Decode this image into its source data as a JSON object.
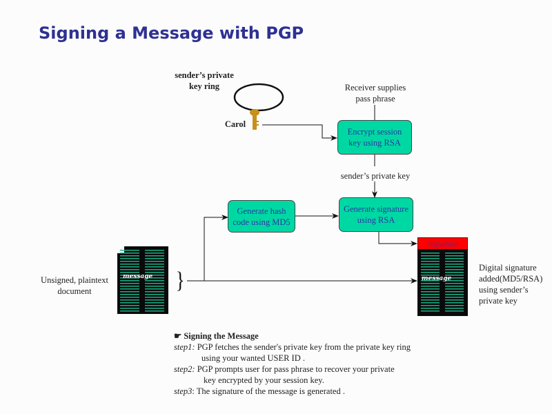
{
  "title": "Signing a Message with PGP",
  "diagram": {
    "key_ring_label": "sender’s private\nkey ring",
    "key_owner": "Carol",
    "receiver_label_line1": "Receiver supplies",
    "receiver_label_line2": "pass phrase",
    "encrypt_box_line1": "Encrypt session",
    "encrypt_box_line2": "key using RSA",
    "private_key_label": "sender’s private key",
    "hash_box_line1": "Generate hash",
    "hash_box_line2": "code using MD5",
    "sig_box_line1": "Generate signature",
    "sig_box_line2": "using RSA",
    "signature_tag": "signature",
    "message_word": "message",
    "left_doc_label_line1": "Unsigned, plaintext",
    "left_doc_label_line2": "document",
    "right_doc_label": [
      "Digital signature",
      "added(MD5/RSA)",
      "using sender’s",
      "private key"
    ],
    "brace": "}"
  },
  "steps": {
    "bullet": "☛",
    "heading": "Signing the Message",
    "items": [
      {
        "label": "step1:",
        "line1": " PGP fetches the sender's private key from the private key ring",
        "line2": "using your wanted USER ID ."
      },
      {
        "label": "step2:",
        "line1": " PGP prompts user for pass phrase to recover your private",
        "line2": "key encrypted by your session key."
      },
      {
        "label": "step3",
        "line1": ": The signature of the message is generated .",
        "line2": ""
      }
    ]
  },
  "colors": {
    "title": "#2e3192",
    "box_fill": "#00d8a4",
    "box_text": "#2a3aa0",
    "signature_fill": "#ff0000",
    "key_gold": "#c8901a",
    "doc_lines": "#1fb08a"
  }
}
